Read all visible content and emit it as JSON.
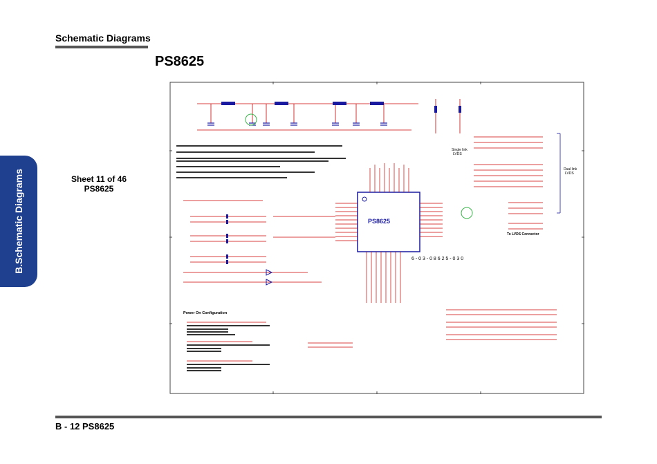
{
  "header": {
    "section": "Schematic  Diagrams"
  },
  "page_title": "PS8625",
  "side_tab": {
    "label": "B.Schematic Diagrams",
    "color": "#1f3f8f"
  },
  "sheet": {
    "line1": "Sheet 11 of 46",
    "line2": "PS8625"
  },
  "footer": {
    "page_label": "B - 12   PS8625"
  },
  "schematic": {
    "chip_label": "PS8625",
    "part_number": "6 - 0 3 - 0 8 6 2 5 - 0 3 0",
    "single_link_label": "Single link\nLVDS",
    "dual_link_label": "Dual link\nLVDS",
    "connector_label": "To LVDS Connector",
    "power_on_config_label": "Power On Configuration",
    "wire_color": "#cc0000",
    "component_color": "#1a1aa0"
  }
}
